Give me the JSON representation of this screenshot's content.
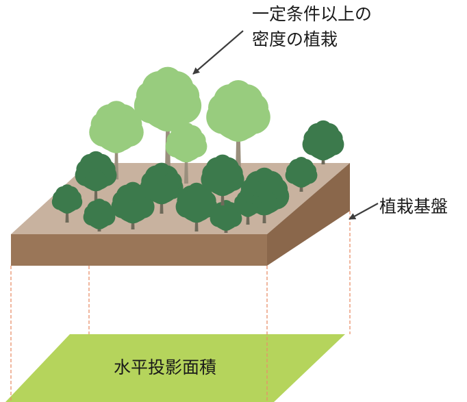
{
  "labels": {
    "planting_line1": "一定条件以上の",
    "planting_line2": "密度の植栽",
    "base": "植栽基盤",
    "area": "水平投影面積"
  },
  "colors": {
    "soil_top": "#c8b29f",
    "soil_front": "#9a7658",
    "soil_side": "#8a674b",
    "ground_area": "#b5d45c",
    "tree_light": "#98cc7e",
    "tree_light_trunk": "#9a8f7d",
    "tree_dark": "#3c7a4c",
    "tree_dark_trunk": "#6e6a5a",
    "guide_lines": "#e8906a",
    "arrow": "#3d3d3d"
  }
}
